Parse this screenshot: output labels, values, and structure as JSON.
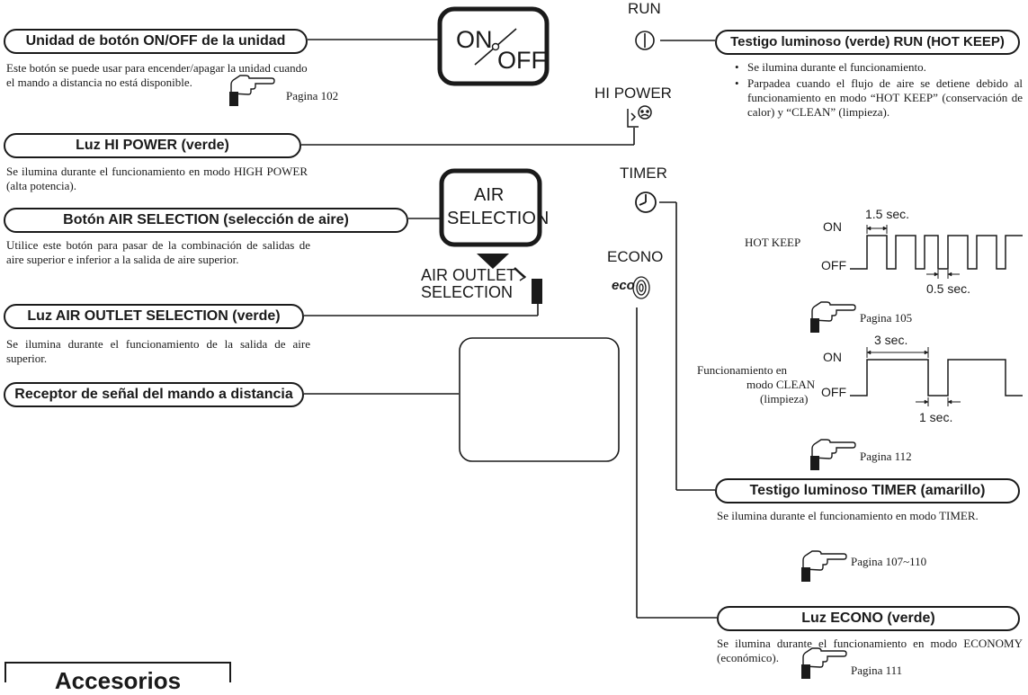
{
  "callouts": {
    "onoff_title": "Unidad de botón ON/OFF de la unidad",
    "onoff_desc": "Este botón se puede usar para encender/apagar la unidad cuando el mando a distancia no está disponible.",
    "onoff_page": "Pagina 102",
    "hipower_title": "Luz HI POWER (verde)",
    "hipower_desc": "Se ilumina durante el funcionamiento en modo HIGH POWER (alta potencia).",
    "airsel_title": "Botón AIR SELECTION  (selección de aire)",
    "airsel_desc": "Utilice este botón para pasar de la combinación de salidas de aire superior e inferior a la salida de aire superior.",
    "outlet_title": "Luz AIR OUTLET SELECTION (verde)",
    "outlet_desc": "Se ilumina durante el funcionamiento de la salida de aire superior.",
    "receiver_title": "Receptor de señal del mando a distancia",
    "run_title": "Testigo luminoso (verde) RUN (HOT KEEP)",
    "run_bullets": [
      "Se ilumina durante el funcionamiento.",
      "Parpadea cuando el flujo de aire se detiene debido al funcionamiento en modo “HOT KEEP” (conservación de calor) y “CLEAN” (limpieza)."
    ],
    "timer_title": "Testigo luminoso TIMER (amarillo)",
    "timer_desc": "Se ilumina durante el funcionamiento en modo TIMER.",
    "timer_page": "Pagina 107~110",
    "econo_title": "Luz ECONO (verde)",
    "econo_desc": "Se ilumina durante el funcionamiento en modo ECONOMY (económico).",
    "econo_page": "Pagina 111"
  },
  "panel": {
    "on": "ON",
    "off": "OFF",
    "run": "RUN",
    "hipower": "HI POWER",
    "air_selection_1": "AIR",
    "air_selection_2": "SELECTION",
    "air_outlet_1": "AIR OUTLET",
    "air_outlet_2": "SELECTION",
    "timer": "TIMER",
    "econo": "ECONO",
    "eco": "eco"
  },
  "timing": {
    "hotkeep_label": "HOT KEEP",
    "on": "ON",
    "off": "OFF",
    "hotkeep_on": "1.5 sec.",
    "hotkeep_off": "0.5 sec.",
    "hotkeep_page": "Pagina 105",
    "clean_label_1": "Funcionamiento en",
    "clean_label_2": "modo CLEAN",
    "clean_label_3": "(limpieza)",
    "clean_on": "3 sec.",
    "clean_off": "1 sec.",
    "clean_page": "Pagina 112"
  },
  "accessories": "Accesorios"
}
